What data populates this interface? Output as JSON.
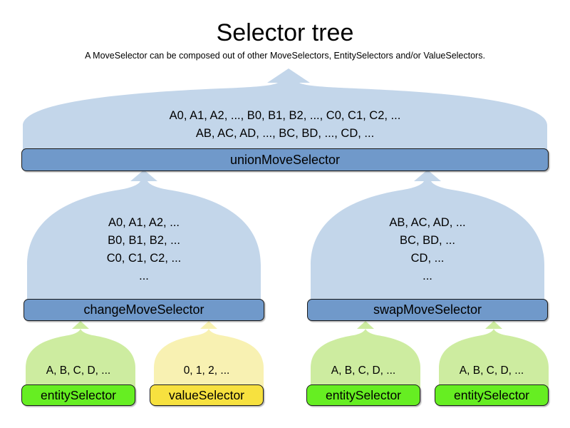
{
  "header": {
    "title": "Selector tree",
    "subtitle": "A MoveSelector can be composed out of other MoveSelectors, EntitySelectors and/or ValueSelectors."
  },
  "colors": {
    "move_body": "#c3d6ea",
    "move_bar": "#7099ca",
    "entity_body": "#cdeca0",
    "entity_bar": "#66ee22",
    "value_body": "#f8f1b2",
    "value_bar": "#f7e13f",
    "outline": "#1b1b1b",
    "background": "#ffffff",
    "text": "#000000"
  },
  "nodes": {
    "union": {
      "label": "unionMoveSelector",
      "type": "moveSelector",
      "lines": [
        "A0, A1, A2, ..., B0, B1, B2, ..., C0, C1, C2, ...",
        "AB, AC, AD, ..., BC, BD, ..., CD, ..."
      ]
    },
    "change": {
      "label": "changeMoveSelector",
      "type": "moveSelector",
      "lines": [
        "A0, A1, A2, ...",
        "B0, B1, B2, ...",
        "C0, C1, C2, ...",
        "..."
      ]
    },
    "swap": {
      "label": "swapMoveSelector",
      "type": "moveSelector",
      "lines": [
        "AB, AC, AD, ...",
        "BC, BD, ...",
        "CD, ...",
        "..."
      ]
    },
    "change_entity": {
      "label": "entitySelector",
      "type": "entitySelector",
      "lines": [
        "A, B, C, D, ..."
      ]
    },
    "change_value": {
      "label": "valueSelector",
      "type": "valueSelector",
      "lines": [
        "0, 1, 2, ..."
      ]
    },
    "swap_entity_left": {
      "label": "entitySelector",
      "type": "entitySelector",
      "lines": [
        "A, B, C, D, ..."
      ]
    },
    "swap_entity_right": {
      "label": "entitySelector",
      "type": "entitySelector",
      "lines": [
        "A, B, C, D, ..."
      ]
    }
  }
}
